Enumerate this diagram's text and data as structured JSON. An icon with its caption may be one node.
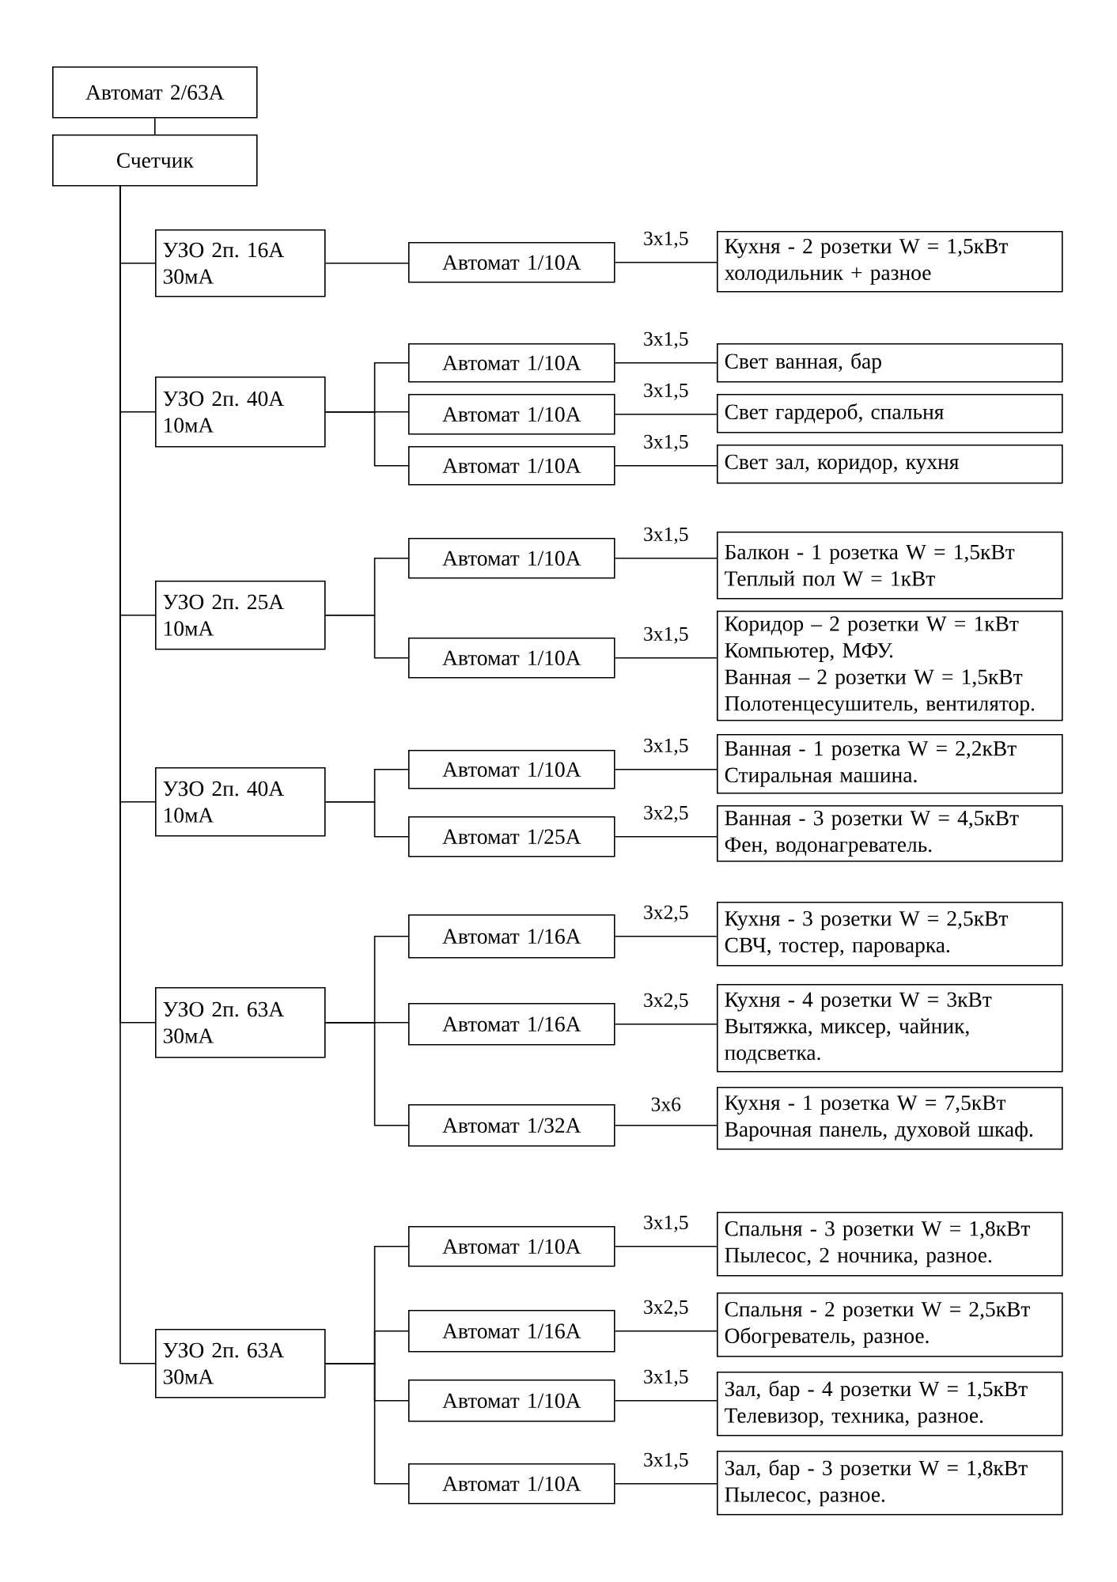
{
  "diagram": {
    "nodes": [
      {
        "text": [
          "Автомат 2/63A"
        ]
      },
      {
        "text": [
          "Счетчик"
        ]
      },
      {
        "text": [
          "УЗО 2п. 16A",
          "30мА"
        ]
      },
      {
        "text": [
          "Автомат 1/10A"
        ]
      },
      {
        "text": [
          "Кухня - 2 розетки W = 1,5кВт холодильник + разное"
        ]
      },
      {
        "text": [
          "УЗО 2п. 40A",
          "10мА"
        ]
      },
      {
        "text": [
          "Автомат 1/10A"
        ]
      },
      {
        "text": [
          "Свет ванная, бар"
        ]
      },
      {
        "text": [
          "Автомат 1/10A"
        ]
      },
      {
        "text": [
          "Свет гардероб, спальня"
        ]
      },
      {
        "text": [
          "Автомат 1/10A"
        ]
      },
      {
        "text": [
          "Свет зал, коридор, кухня"
        ]
      },
      {
        "text": [
          "УЗО 2п. 25A",
          "10мА"
        ]
      },
      {
        "text": [
          "Автомат 1/10A"
        ]
      },
      {
        "text": [
          "Балкон - 1 розетка W = 1,5кВт Теплый пол W = 1кВт"
        ]
      },
      {
        "text": [
          "Автомат 1/10A"
        ]
      },
      {
        "text": [
          "Коридор – 2 розетки W = 1кВт Компьютер, МФУ.",
          "Ванная – 2 розетки W = 1,5кВт Полотенцесушитель, вентилятор."
        ]
      },
      {
        "text": [
          "УЗО 2п. 40A",
          "10мА"
        ]
      },
      {
        "text": [
          "Автомат 1/10A"
        ]
      },
      {
        "text": [
          "Ванная - 1 розетка W = 2,2кВт Стиральная машина."
        ]
      },
      {
        "text": [
          "Автомат 1/25A"
        ]
      },
      {
        "text": [
          "Ванная - 3 розетки W = 4,5кВт Фен, водонагреватель."
        ]
      },
      {
        "text": [
          "УЗО 2п. 63A",
          "30мА"
        ]
      },
      {
        "text": [
          "Автомат 1/16A"
        ]
      },
      {
        "text": [
          "Кухня - 3 розетки W = 2,5кВт СВЧ, тостер, пароварка."
        ]
      },
      {
        "text": [
          "Автомат 1/16A"
        ]
      },
      {
        "text": [
          "Кухня - 4 розетки W = 3кВт Вытяжка, миксер, чайник, подсветка."
        ]
      },
      {
        "text": [
          "Автомат 1/32A"
        ]
      },
      {
        "text": [
          "Кухня - 1 розетка W = 7,5кВт Варочная панель, духовой шкаф."
        ]
      },
      {
        "text": [
          "УЗО 2п. 63A",
          "30мА"
        ]
      },
      {
        "text": [
          "Автомат 1/10A"
        ]
      },
      {
        "text": [
          "Спальня - 3 розетки W = 1,8кВт Пылесос, 2 ночника, разное."
        ]
      },
      {
        "text": [
          "Автомат 1/16A"
        ]
      },
      {
        "text": [
          "Спальня - 2 розетки W = 2,5кВт Обогреватель, разное."
        ]
      },
      {
        "text": [
          "Автомат 1/10A"
        ]
      },
      {
        "text": [
          "Зал, бар - 4 розетки W = 1,5кВт Телевизор, техника, разное."
        ]
      },
      {
        "text": [
          "Автомат 1/10A"
        ]
      },
      {
        "text": [
          "Зал, бар - 3 розетки W = 1,8кВт Пылесос, разное."
        ]
      }
    ],
    "edges": [
      {
        "from": 0,
        "to": 1,
        "arrow": "none"
      },
      {
        "from": 1,
        "to": 2,
        "arrow": "none"
      },
      {
        "from": 1,
        "to": 5,
        "arrow": "none"
      },
      {
        "from": 1,
        "to": 12,
        "arrow": "none"
      },
      {
        "from": 1,
        "to": 17,
        "arrow": "none"
      },
      {
        "from": 1,
        "to": 22,
        "arrow": "none"
      },
      {
        "from": 1,
        "to": 29,
        "arrow": "none"
      },
      {
        "from": 2,
        "to": 3,
        "arrow": "none"
      },
      {
        "from": 3,
        "to": 4,
        "arrow": "none",
        "label": "3х1,5"
      },
      {
        "from": 5,
        "to": 6,
        "arrow": "none"
      },
      {
        "from": 5,
        "to": 8,
        "arrow": "none"
      },
      {
        "from": 5,
        "to": 10,
        "arrow": "none"
      },
      {
        "from": 6,
        "to": 7,
        "arrow": "none",
        "label": "3х1,5"
      },
      {
        "from": 8,
        "to": 9,
        "arrow": "none",
        "label": "3х1,5"
      },
      {
        "from": 10,
        "to": 11,
        "arrow": "none",
        "label": "3х1,5"
      },
      {
        "from": 12,
        "to": 13,
        "arrow": "none"
      },
      {
        "from": 12,
        "to": 15,
        "arrow": "none"
      },
      {
        "from": 13,
        "to": 14,
        "arrow": "none",
        "label": "3х1,5"
      },
      {
        "from": 15,
        "to": 16,
        "arrow": "none",
        "label": "3х1,5"
      },
      {
        "from": 17,
        "to": 18,
        "arrow": "none"
      },
      {
        "from": 17,
        "to": 20,
        "arrow": "none"
      },
      {
        "from": 18,
        "to": 19,
        "arrow": "none",
        "label": "3х1,5"
      },
      {
        "from": 20,
        "to": 21,
        "arrow": "none",
        "label": "3х2,5"
      },
      {
        "from": 22,
        "to": 23,
        "arrow": "none"
      },
      {
        "from": 22,
        "to": 25,
        "arrow": "none"
      },
      {
        "from": 22,
        "to": 27,
        "arrow": "none"
      },
      {
        "from": 23,
        "to": 24,
        "arrow": "none",
        "label": "3х2,5"
      },
      {
        "from": 25,
        "to": 26,
        "arrow": "none",
        "label": "3х2,5"
      },
      {
        "from": 27,
        "to": 28,
        "arrow": "none",
        "label": "3х6"
      },
      {
        "from": 29,
        "to": 30,
        "arrow": "none"
      },
      {
        "from": 29,
        "to": 32,
        "arrow": "none"
      },
      {
        "from": 29,
        "to": 34,
        "arrow": "none"
      },
      {
        "from": 29,
        "to": 36,
        "arrow": "none"
      },
      {
        "from": 30,
        "to": 31,
        "arrow": "none",
        "label": "3х1,5"
      },
      {
        "from": 32,
        "to": 33,
        "arrow": "none",
        "label": "3х2,5"
      },
      {
        "from": 34,
        "to": 35,
        "arrow": "none",
        "label": "3х1,5"
      },
      {
        "from": 36,
        "to": 37,
        "arrow": "none",
        "label": "3х1,5"
      }
    ]
  }
}
